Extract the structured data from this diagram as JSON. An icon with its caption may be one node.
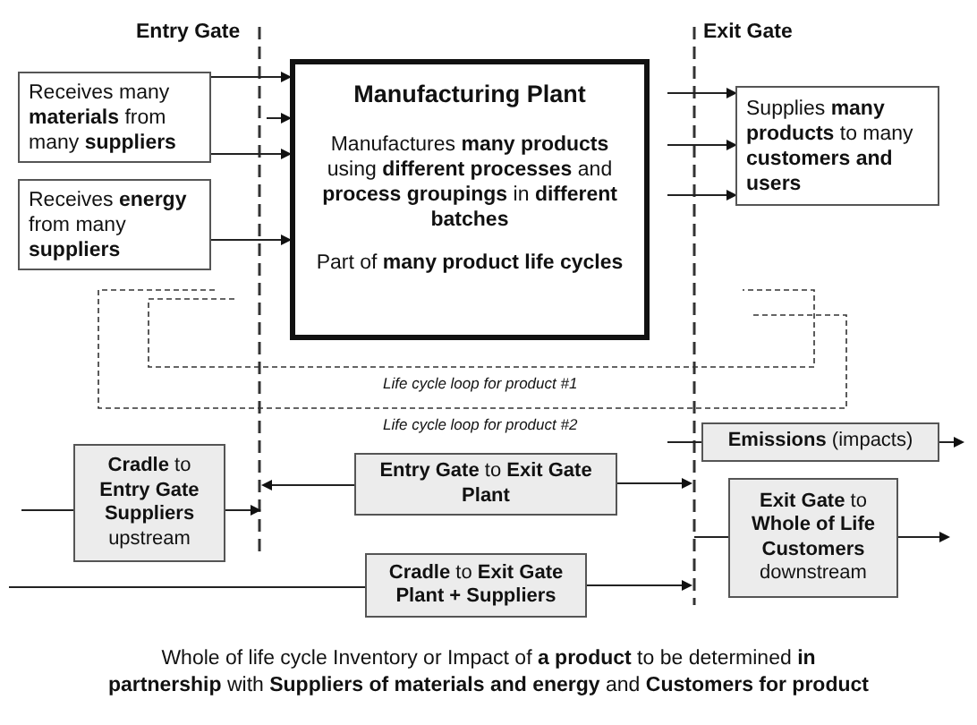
{
  "diagram": {
    "caption": "Whole of life cycle Inventory or Impact of **a product** to be determined **in partnership** with **Suppliers of materials and energy** and **Customers for product**",
    "nodes": [
      {
        "text": [
          "Receives many **materials** from many **suppliers**"
        ]
      },
      {
        "text": [
          "Receives **energy** from many **suppliers**"
        ]
      },
      {
        "text": [
          "Manufacturing Plant",
          "Manufactures **many products** using **different processes** and **process groupings** in **different batches**",
          "Part of **many product life cycles**"
        ]
      },
      {
        "text": [
          "Supplies **many products** to many **customers and users**"
        ]
      },
      {
        "text": [
          "**Cradle** to **Entry Gate Suppliers** upstream"
        ]
      },
      {
        "text": [
          "**Entry Gate** to **Exit Gate Plant**"
        ]
      },
      {
        "text": [
          "**Emissions** (impacts)"
        ]
      },
      {
        "text": [
          "**Exit Gate** to **Whole of Life Customers** downstream"
        ]
      },
      {
        "text": [
          "**Cradle** to **Exit Gate Plant + Suppliers**"
        ]
      }
    ],
    "edges": [
      {
        "from": 0,
        "to": 2,
        "arrow": "to"
      },
      {
        "from": null,
        "to": 2,
        "arrow": "to"
      },
      {
        "from": 0,
        "to": 2,
        "arrow": "to"
      },
      {
        "from": 1,
        "to": 2,
        "arrow": "to"
      },
      {
        "from": 2,
        "to": 3,
        "arrow": "to"
      },
      {
        "from": 2,
        "to": 3,
        "arrow": "to"
      },
      {
        "from": 2,
        "to": 3,
        "arrow": "to"
      },
      {
        "from": null,
        "to": 6,
        "arrow": "none"
      },
      {
        "from": 6,
        "to": null,
        "arrow": "to"
      },
      {
        "from": null,
        "to": 4,
        "arrow": "none"
      },
      {
        "from": 4,
        "to": null,
        "arrow": "to"
      },
      {
        "from": 5,
        "to": 4,
        "arrow": "to"
      },
      {
        "from": 5,
        "to": 6,
        "arrow": "to"
      },
      {
        "from": null,
        "to": 7,
        "arrow": "none"
      },
      {
        "from": 7,
        "to": null,
        "arrow": "to"
      },
      {
        "from": null,
        "to": 8,
        "arrow": "none"
      },
      {
        "from": 8,
        "to": 7,
        "arrow": "to"
      }
    ],
    "labels": [
      "Entry Gate",
      "Exit Gate",
      "Life cycle loop for product #1",
      "Life cycle loop for product #2"
    ]
  }
}
